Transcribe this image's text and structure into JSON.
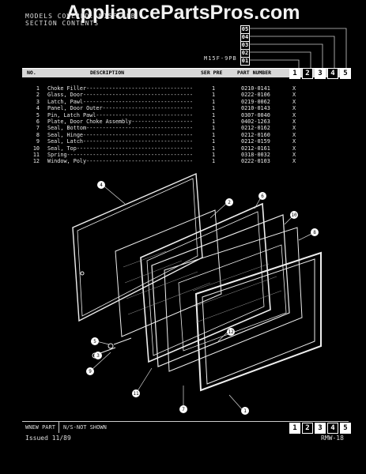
{
  "watermark": "AppliancePartsPros.com",
  "header": {
    "models_line": "MODELS COVERED: M15F-9PB",
    "section_line": "SECTION CONTENTS",
    "model_code": "M15F-9PB",
    "side_boxes": [
      "05",
      "04",
      "03",
      "02",
      "01"
    ]
  },
  "table": {
    "col_no": "NO.",
    "col_description": "DESCRIPTION",
    "col_ser_pre": "SER PRE",
    "col_part_number": "PART NUMBER",
    "col_boxes": [
      "1",
      "2",
      "3",
      "4",
      "5"
    ],
    "rows": [
      {
        "no": "1",
        "desc": "Choke Filler---------------------------------",
        "qty": "1",
        "pn": "0210-0141",
        "mark": "X"
      },
      {
        "no": "2",
        "desc": "Glass, Door----------------------------------",
        "qty": "1",
        "pn": "0222-0106",
        "mark": "X"
      },
      {
        "no": "3",
        "desc": "Latch, Pawl----------------------------------",
        "qty": "1",
        "pn": "0219-0062",
        "mark": "X"
      },
      {
        "no": "4",
        "desc": "Panel, Door Outer----------------------------",
        "qty": "1",
        "pn": "0210-0143",
        "mark": "X"
      },
      {
        "no": "5",
        "desc": "Pin, Latch Pawl------------------------------",
        "qty": "1",
        "pn": "0307-0040",
        "mark": "X"
      },
      {
        "no": "6",
        "desc": "Plate, Door Choke Assembly-------------------",
        "qty": "1",
        "pn": "0402-1263",
        "mark": "X"
      },
      {
        "no": "7",
        "desc": "Seal, Bottom---------------------------------",
        "qty": "1",
        "pn": "0212-0162",
        "mark": "X"
      },
      {
        "no": "8",
        "desc": "Seal, Hinge----------------------------------",
        "qty": "1",
        "pn": "0212-0160",
        "mark": "X"
      },
      {
        "no": "9",
        "desc": "Seal, Latch----------------------------------",
        "qty": "1",
        "pn": "0212-0159",
        "mark": "X"
      },
      {
        "no": "10",
        "desc": "Seal, Top------------------------------------",
        "qty": "1",
        "pn": "0212-0161",
        "mark": "X"
      },
      {
        "no": "11",
        "desc": "Spring---------------------------------------",
        "qty": "1",
        "pn": "0318-0032",
        "mark": "X"
      },
      {
        "no": "12",
        "desc": "Window, Poly---------------------------------",
        "qty": "1",
        "pn": "0222-0103",
        "mark": "X"
      }
    ]
  },
  "diagram": {
    "callouts": [
      "4",
      "2",
      "6",
      "10",
      "8",
      "5",
      "3",
      "9",
      "11",
      "12",
      "7",
      "1"
    ]
  },
  "footer": {
    "new_part": "WNEW PART",
    "not_shown": "N/S-NOT SHOWN",
    "boxes": [
      "1",
      "2",
      "3",
      "4",
      "5"
    ],
    "issued": "Issued 11/89",
    "code": "RMW-18"
  }
}
